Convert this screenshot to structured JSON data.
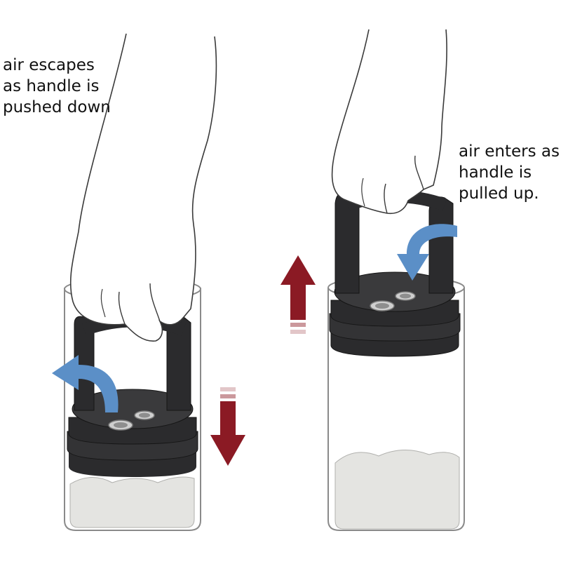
{
  "captions": {
    "push_down": [
      "air escapes",
      "as handle is",
      "pushed down"
    ],
    "pull_up": [
      "air enters as",
      "handle is",
      "pulled up."
    ]
  },
  "colors": {
    "air_arrow": "#5b8fc7",
    "motion_arrow": "#8b1a24",
    "lid": "#2b2b2d",
    "jar_outline": "#8a8a8a",
    "contents": "#e4e4e1",
    "hand_outline": "#3a3a3a"
  },
  "icons": {
    "air_out": "curved-arrow-out-icon",
    "air_in": "curved-arrow-in-icon",
    "push": "down-arrow-icon",
    "pull": "up-arrow-icon"
  }
}
